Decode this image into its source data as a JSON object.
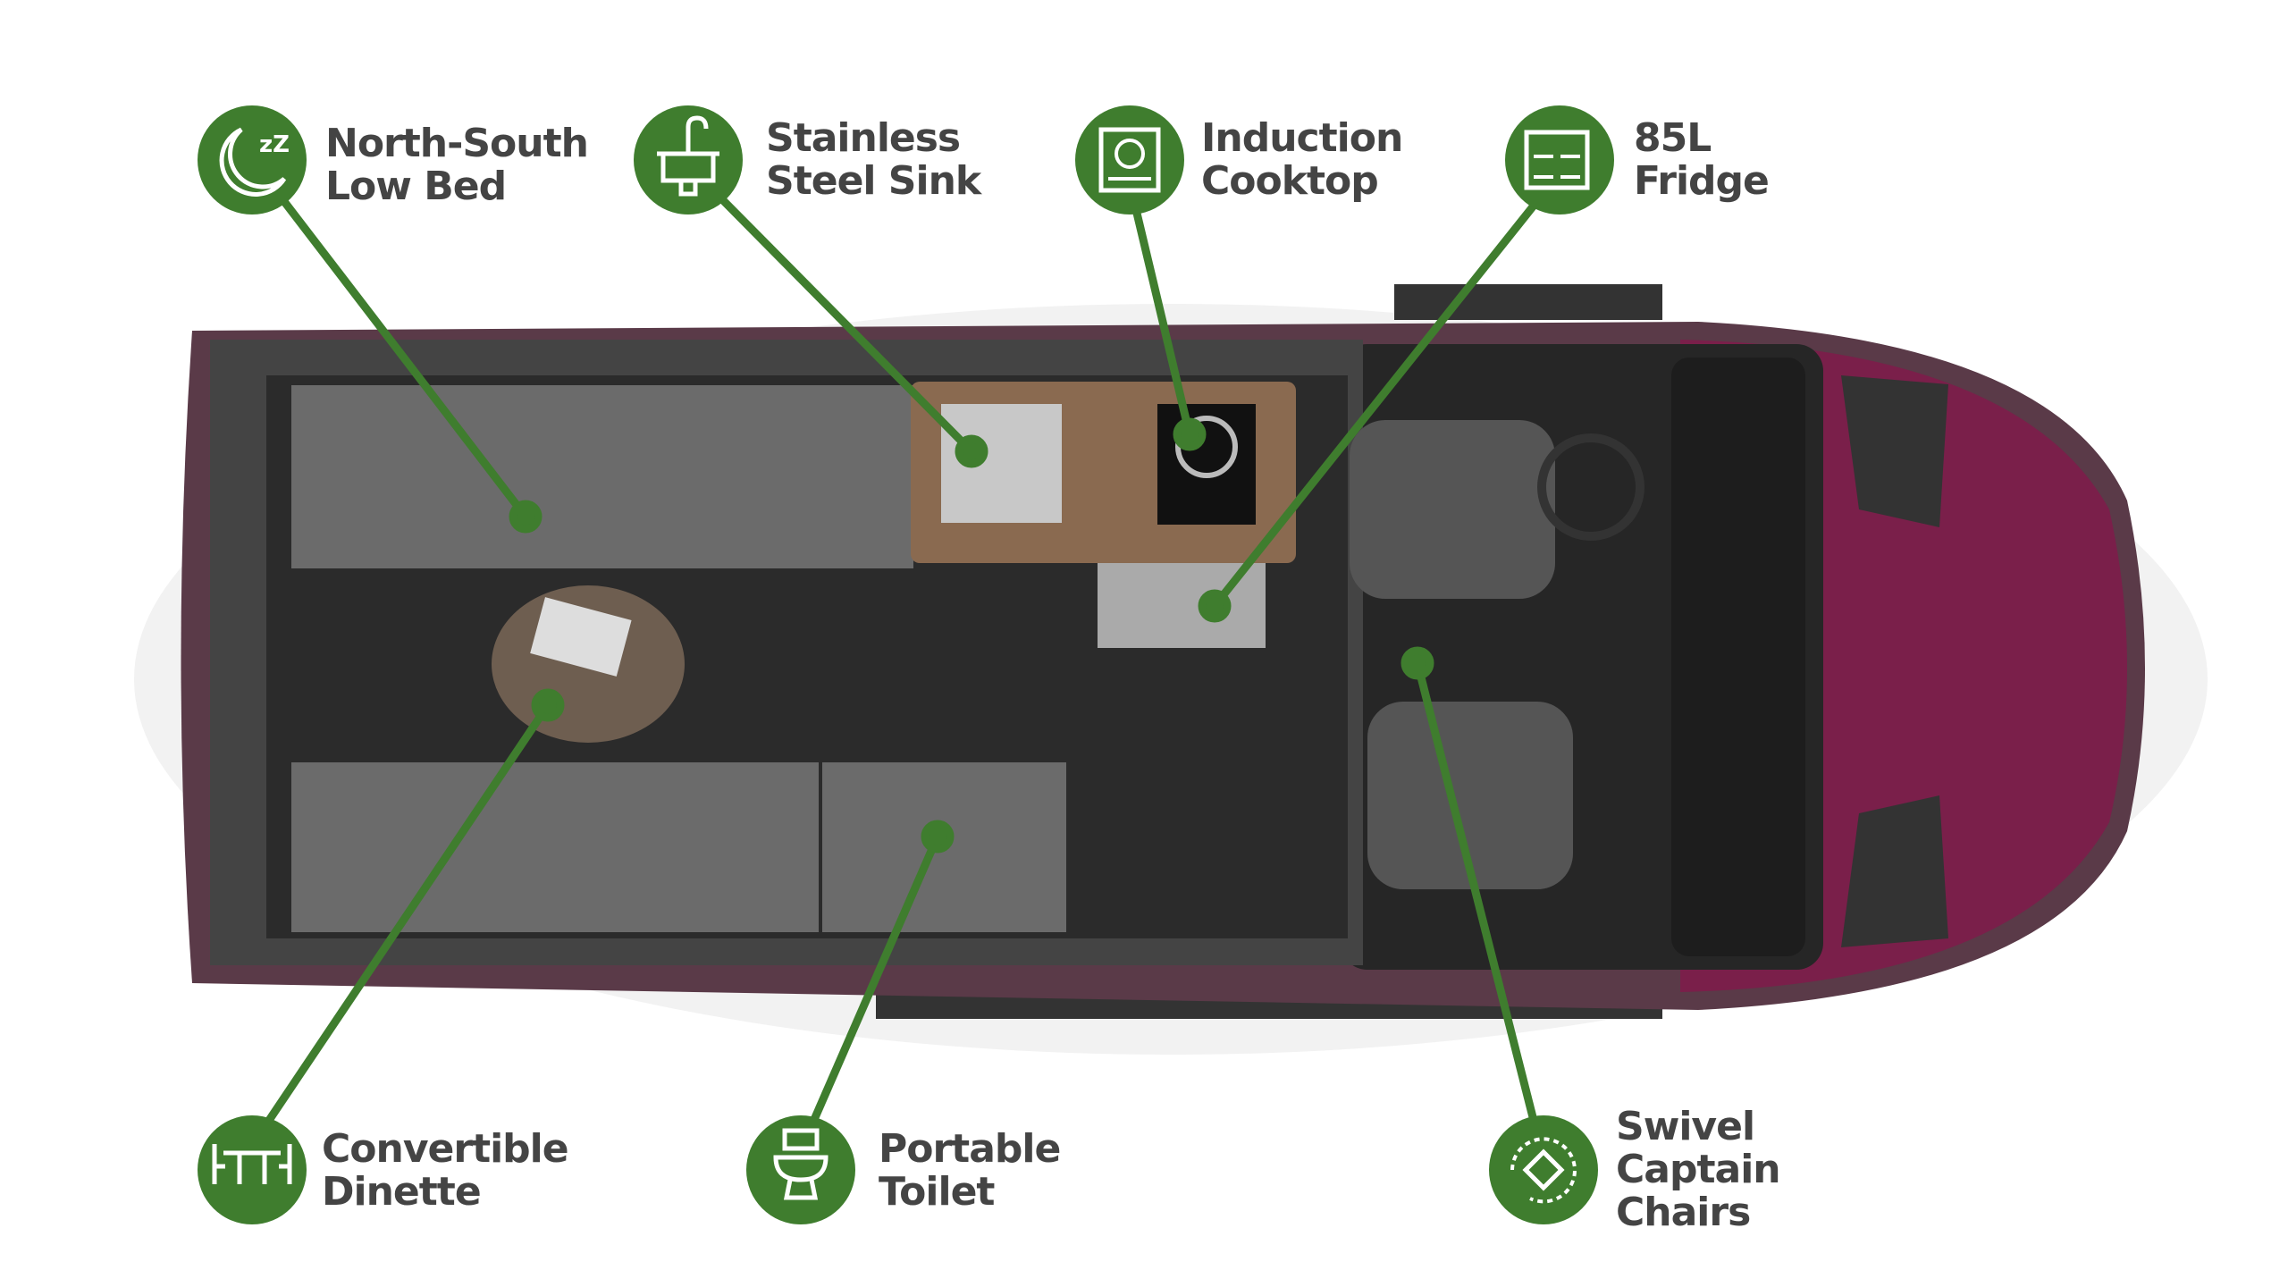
{
  "colors": {
    "accent": "#3f7d2e",
    "text": "#454545",
    "van_body": "#6e1c45",
    "floor": "#2b2b2b"
  },
  "features": [
    {
      "id": "bed",
      "icon": "moon-sleep-icon",
      "lines": [
        "North-South",
        "Low Bed"
      ]
    },
    {
      "id": "sink",
      "icon": "sink-icon",
      "lines": [
        "Stainless",
        "Steel Sink"
      ]
    },
    {
      "id": "cooktop",
      "icon": "induction-cooktop-icon",
      "lines": [
        "Induction",
        "Cooktop"
      ]
    },
    {
      "id": "fridge",
      "icon": "fridge-icon",
      "lines": [
        "85L",
        "Fridge"
      ]
    },
    {
      "id": "dinette",
      "icon": "dinette-table-icon",
      "lines": [
        "Convertible",
        "Dinette"
      ]
    },
    {
      "id": "toilet",
      "icon": "toilet-icon",
      "lines": [
        "Portable",
        "Toilet"
      ]
    },
    {
      "id": "chairs",
      "icon": "swivel-rotate-icon",
      "lines": [
        "Swivel",
        "Captain",
        "Chairs"
      ]
    }
  ]
}
